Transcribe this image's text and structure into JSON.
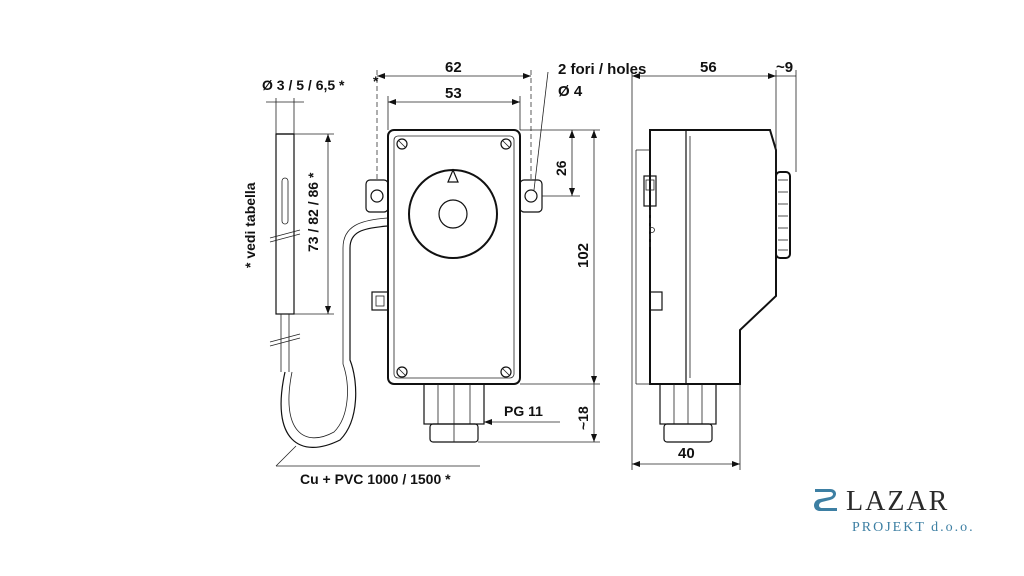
{
  "dimensions": {
    "probe_diameter": "Ø 3 / 5 / 6,5 *",
    "probe_length": "73 / 82 / 86 *",
    "see_table": "* vedi tabella",
    "width_outer": "62",
    "width_inner": "53",
    "holes": "2 fori / holes",
    "hole_diameter": "Ø 4",
    "hole_offset": "26",
    "height": "102",
    "gland": "PG 11",
    "gland_height": "~18",
    "capillary": "Cu + PVC 1000 / 1500 *",
    "depth": "56",
    "knob_depth": "~9",
    "base_depth": "40",
    "star": "*"
  },
  "brand": {
    "name": "LAZAR",
    "subtitle": "PROJEKT d.o.o.",
    "accent_color": "#3d7fa3"
  }
}
